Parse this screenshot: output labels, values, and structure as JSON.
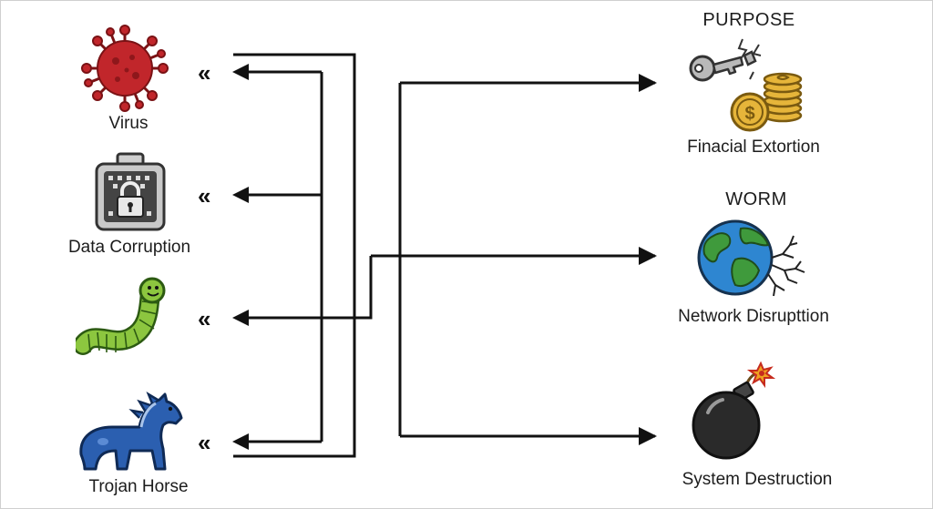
{
  "left_items": [
    {
      "label": "Virus",
      "icon": "virus-icon"
    },
    {
      "label": "Data Corruption",
      "icon": "locked-box-icon"
    },
    {
      "label": "",
      "icon": "worm-icon"
    },
    {
      "label": "Trojan Horse",
      "icon": "horse-icon"
    }
  ],
  "right_items": [
    {
      "heading": "PURPOSE",
      "label": "Finacial Extortion",
      "icon": "key-and-coins-icon"
    },
    {
      "heading": "WORM",
      "label": "Network Disrupttion",
      "icon": "cracked-globe-icon"
    },
    {
      "heading": "",
      "label": "System Destruction",
      "icon": "bomb-icon"
    }
  ],
  "chevron_glyph": "«",
  "colors": {
    "line": "#111111",
    "virus": "#c1262b",
    "worm": "#8cc63f",
    "horse": "#2b5fb0",
    "globe_water": "#2e86d1",
    "globe_land": "#3f9a3c",
    "coin": "#e6b53a",
    "bomb": "#2a2a2a"
  }
}
